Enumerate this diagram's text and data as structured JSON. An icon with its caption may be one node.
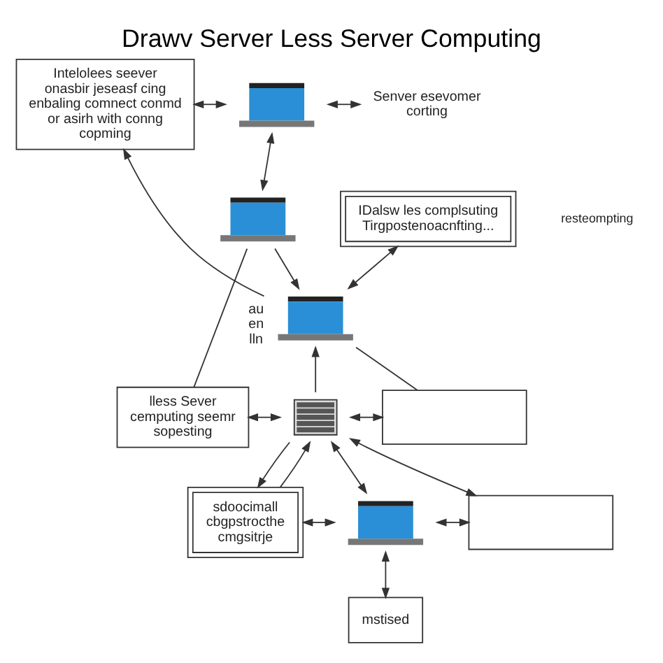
{
  "diagram": {
    "title": "Drawv Server Less Server Computing",
    "nodes": [
      {
        "text": [
          "Intelolees seever onasbir jeseasf cing enbaling comnect conmd or asirh with conng copming"
        ]
      },
      {
        "text": [],
        "shape": "laptop"
      },
      {
        "text": [
          "Senver esevomer corting"
        ]
      },
      {
        "text": [
          "IDalsw les complsuting",
          "Tirgpostenoacnfting..."
        ]
      },
      {
        "text": [],
        "shape": "laptop"
      },
      {
        "text": [],
        "shape": "laptop",
        "beside": [
          "au",
          "en",
          "lln"
        ]
      },
      {
        "text": [
          "lless Sever cemputing seemr sopesting"
        ]
      },
      {
        "text": [],
        "shape": "box"
      },
      {
        "text": [],
        "shape": "server"
      },
      {
        "text": [
          "sdoocimall cbgpstrocthe cmgsitrje"
        ]
      },
      {
        "text": [],
        "shape": "laptop"
      },
      {
        "text": [],
        "shape": "box"
      },
      {
        "text": [
          "mstised"
        ]
      }
    ],
    "edges": [
      {
        "from": 0,
        "to": 1,
        "arrow": "both"
      },
      {
        "from": 1,
        "to": 2,
        "arrow": "both"
      },
      {
        "from": 1,
        "to": 4,
        "arrow": "both"
      },
      {
        "from": 4,
        "to": 5,
        "arrow": "to"
      },
      {
        "from": 5,
        "to": 0,
        "arrow": "to"
      },
      {
        "from": 6,
        "to": 4,
        "arrow": "none"
      },
      {
        "from": 5,
        "to": 3,
        "arrow": "both"
      },
      {
        "from": 5,
        "to": 7,
        "arrow": "none"
      },
      {
        "from": 8,
        "to": 5,
        "arrow": "to"
      },
      {
        "from": 6,
        "to": 8,
        "arrow": "both"
      },
      {
        "from": 8,
        "to": 7,
        "arrow": "both"
      },
      {
        "from": 9,
        "to": 8,
        "arrow": "to"
      },
      {
        "from": 8,
        "to": 9,
        "arrow": "to"
      },
      {
        "from": 9,
        "to": 10,
        "arrow": "both"
      },
      {
        "from": 8,
        "to": 10,
        "arrow": "both"
      },
      {
        "from": 8,
        "to": 11,
        "arrow": "both"
      },
      {
        "from": 10,
        "to": 11,
        "arrow": "both"
      },
      {
        "from": 10,
        "to": 12,
        "arrow": "both"
      }
    ],
    "labels": [
      "resteompting"
    ]
  }
}
